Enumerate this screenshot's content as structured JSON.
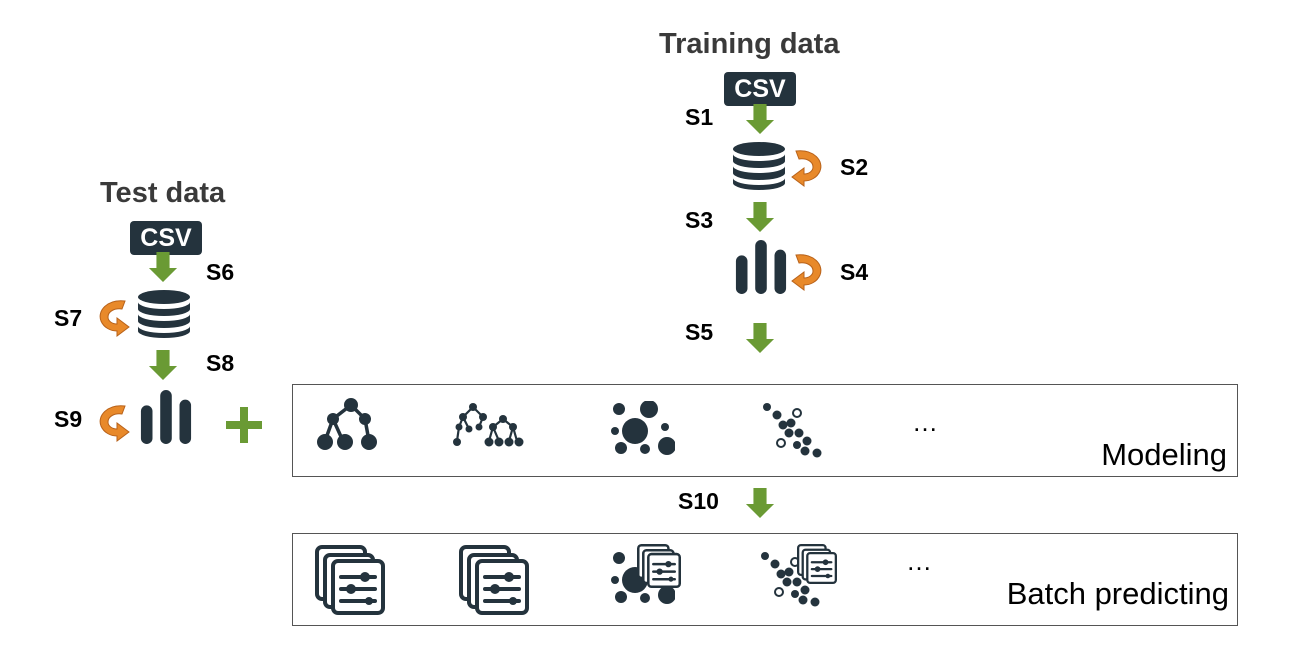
{
  "training": {
    "title": "Training data",
    "csv_label": "CSV"
  },
  "test": {
    "title": "Test data",
    "csv_label": "CSV"
  },
  "steps": {
    "s1": "S1",
    "s2": "S2",
    "s3": "S3",
    "s4": "S4",
    "s5": "S5",
    "s6": "S6",
    "s7": "S7",
    "s8": "S8",
    "s9": "S9",
    "s10": "S10"
  },
  "modeling": {
    "label": "Modeling",
    "ellipsis": "…"
  },
  "batch": {
    "label": "Batch predicting",
    "ellipsis": "…"
  },
  "colors": {
    "dark": "#24333d",
    "arrow_green": "#6a9a34",
    "loop_orange": "#e8892a",
    "plus_green": "#6a9a34"
  },
  "icons": [
    "csv-icon",
    "database-icon",
    "bar-chart-icon",
    "decision-tree-icon",
    "random-forest-icon",
    "cluster-icon",
    "scatter-icon",
    "document-stack-icon"
  ]
}
